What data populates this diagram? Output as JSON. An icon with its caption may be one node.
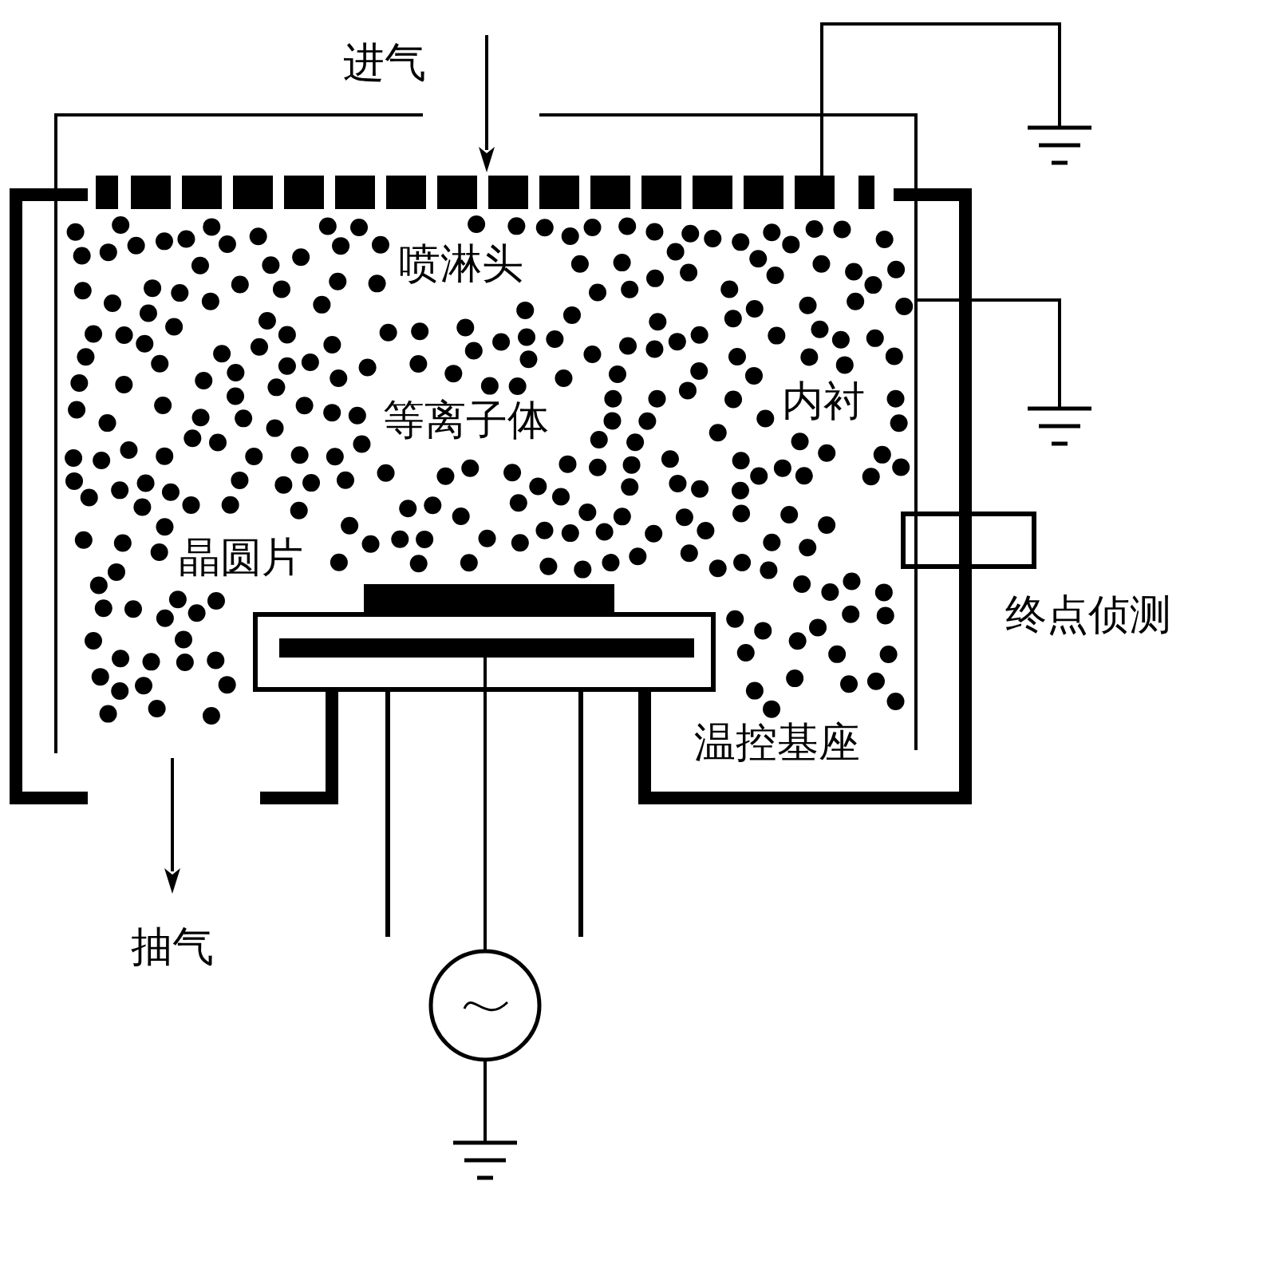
{
  "diagram": {
    "labels": [
      "进气",
      "喷淋头",
      "等离子体",
      "内衬",
      "晶圆片",
      "终点侦测",
      "温控基座",
      "抽气"
    ]
  }
}
